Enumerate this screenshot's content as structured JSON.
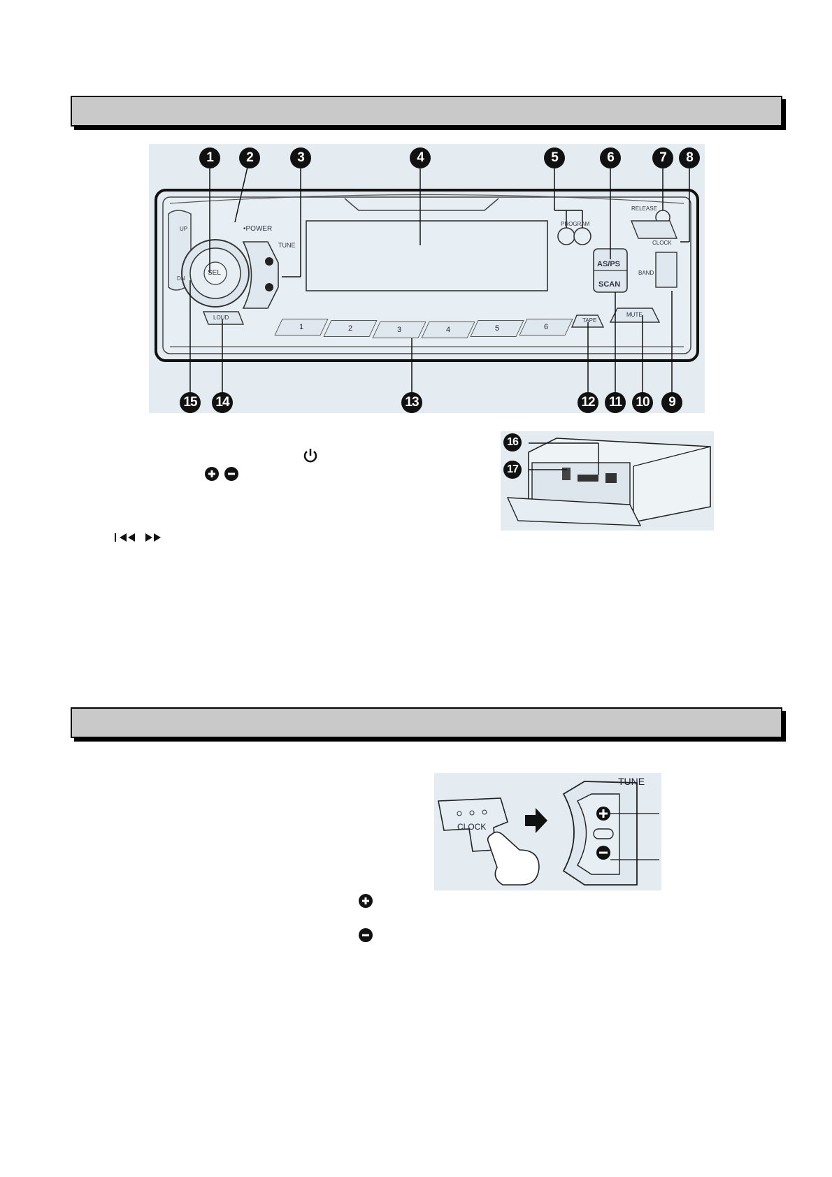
{
  "sections": [
    {
      "title": ""
    },
    {
      "title": ""
    }
  ],
  "panel": {
    "callouts_top": [
      "1",
      "2",
      "3",
      "4",
      "5",
      "6",
      "7",
      "8"
    ],
    "callouts_bottom": [
      "15",
      "14",
      "13",
      "12",
      "11",
      "10",
      "9"
    ],
    "labels": {
      "up": "UP",
      "dn": "DN",
      "sel": "SEL",
      "power": "•POWER",
      "tune": "TUNE",
      "program": "PROGRAM",
      "release": "RELEASE",
      "clock": "CLOCK",
      "asps": "AS/PS",
      "scan": "SCAN",
      "band": "BAND",
      "loud": "LOUD",
      "tape": "TAPE",
      "mute": "MUTE"
    },
    "presets": [
      "1",
      "2",
      "3",
      "4",
      "5",
      "6"
    ]
  },
  "chassis": {
    "callouts": [
      "16",
      "17"
    ]
  },
  "clock_figure": {
    "clock_label": "CLOCK",
    "tune_label": "TUNE"
  },
  "colors": {
    "figure_bg": "#e4ecf2",
    "section_bar": "#c9c9c9",
    "ink": "#111111"
  },
  "icons": [
    "power-icon",
    "plus-icon",
    "minus-icon",
    "skip-back-icon",
    "skip-forward-icon",
    "arrow-right-icon",
    "pointing-hand-icon"
  ]
}
